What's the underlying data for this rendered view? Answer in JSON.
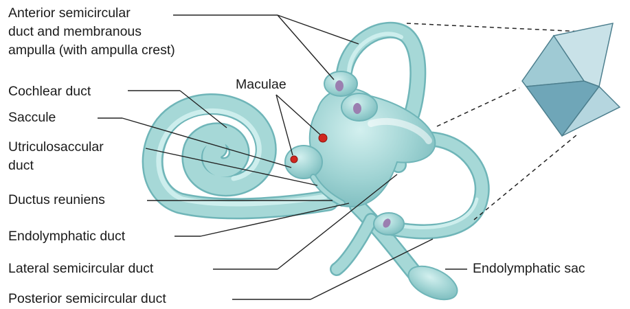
{
  "labels": {
    "anterior_line1": "Anterior semicircular",
    "anterior_line2": "duct and membranous",
    "anterior_line3": "ampulla (with ampulla crest)",
    "cochlear_duct": "Cochlear duct",
    "saccule": "Saccule",
    "utriculosaccular_line1": "Utriculosaccular",
    "utriculosaccular_line2": "duct",
    "ductus_reuniens": "Ductus reuniens",
    "endolymphatic_duct": "Endolymphatic duct",
    "lateral_semicircular_duct": "Lateral semicircular duct",
    "posterior_semicircular_duct": "Posterior semicircular duct",
    "maculae": "Maculae",
    "endolymphatic_sac": "Endolymphatic sac"
  },
  "colors": {
    "membrane_fill": "#9fd3d3",
    "membrane_light": "#c9ecec",
    "membrane_edge": "#6fb5b8",
    "macula_red": "#d0271f",
    "crest_purple": "#9b7fb0",
    "leader_line": "#222222",
    "crest_fill": "#9fcad4",
    "crest_dark": "#6fa6b8"
  },
  "icons": [
    "ampulla-crest-inset-icon"
  ]
}
